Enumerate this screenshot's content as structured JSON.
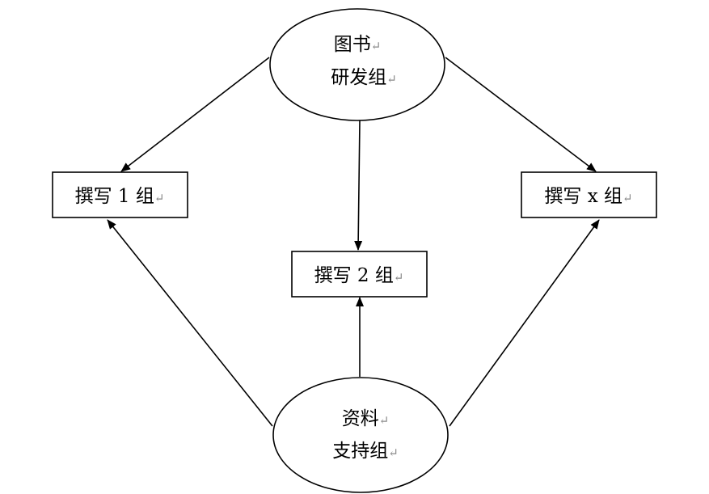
{
  "return_mark": "↵",
  "nodes": {
    "book_dev": {
      "line1": "图书",
      "line2": "研发组"
    },
    "writer_1": {
      "label": "撰写 1 组"
    },
    "writer_2": {
      "label": "撰写 2 组"
    },
    "writer_x": {
      "label": "撰写 x 组"
    },
    "support": {
      "line1": "资料",
      "line2": "支持组"
    }
  },
  "colors": {
    "stroke": "#000000",
    "background": "#ffffff",
    "return_mark": "#8a8a8a"
  }
}
